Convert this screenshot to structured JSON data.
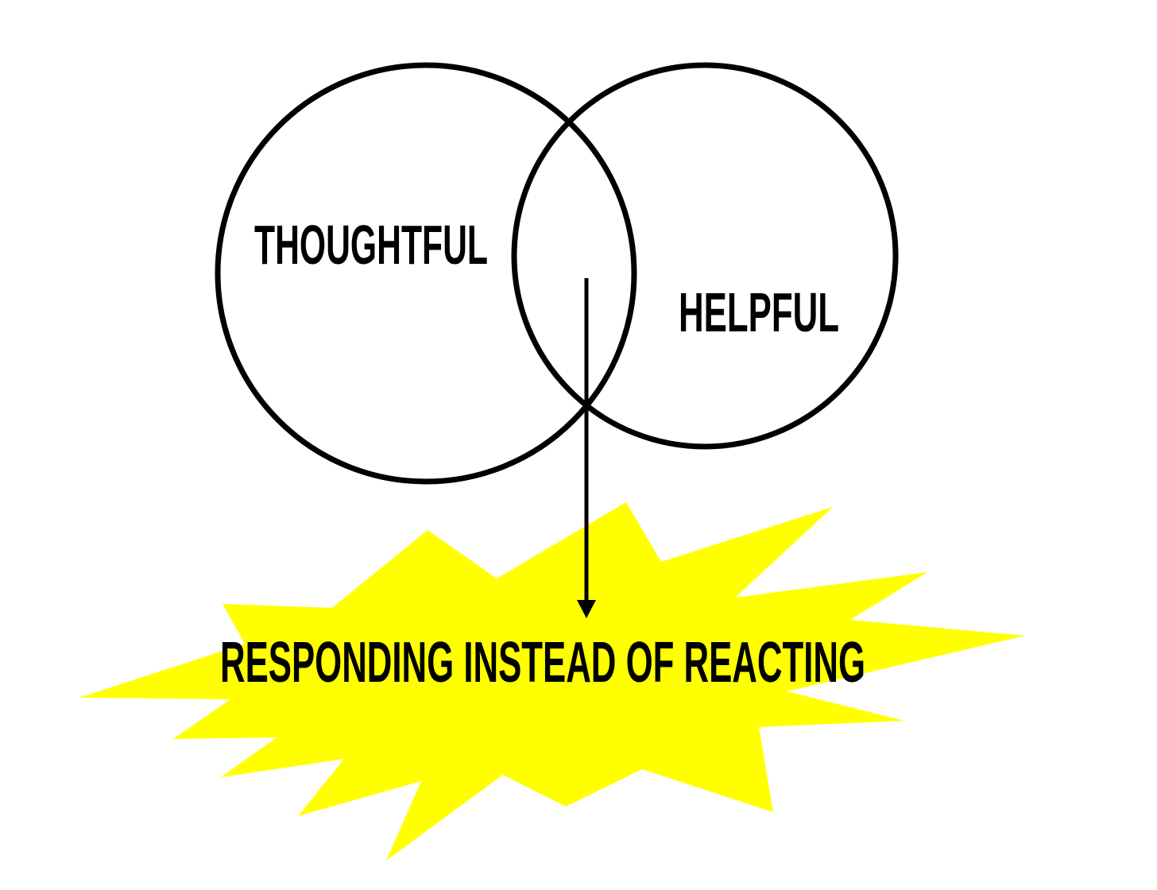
{
  "venn": {
    "left_label": "THOUGHTFUL",
    "right_label": "HELPFUL"
  },
  "outcome": {
    "label": "RESPONDING INSTEAD OF REACTING"
  },
  "colors": {
    "stroke": "#000000",
    "burst": "#FFFF00",
    "background": "#FFFFFF"
  }
}
